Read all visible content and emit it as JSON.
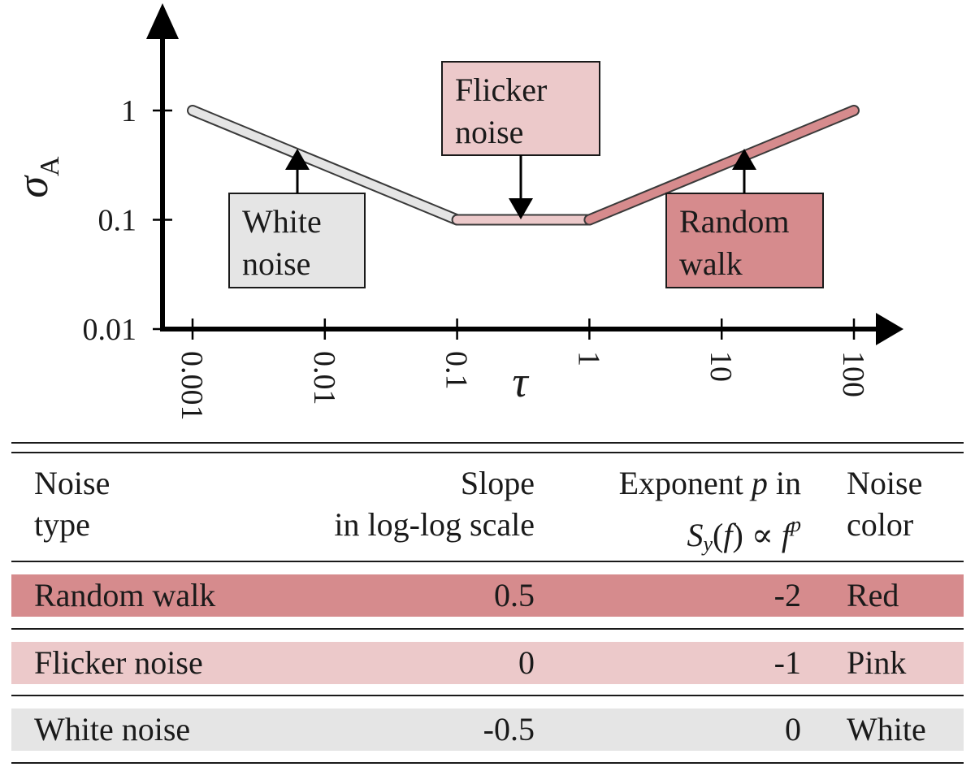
{
  "chart_data": {
    "type": "line",
    "xscale": "log",
    "yscale": "log",
    "xlim": [
      0.001,
      100
    ],
    "ylim": [
      0.01,
      10
    ],
    "xticks": [
      "0.001",
      "0.01",
      "0.1",
      "1",
      "10",
      "100"
    ],
    "yticks": [
      "0.01",
      "0.1",
      "1"
    ],
    "xlabel": "τ",
    "ylabel": "σ",
    "ylabel_sub": "A",
    "grid": false,
    "legend": "none",
    "series": [
      {
        "name": "White noise",
        "color": "#e5e5e5",
        "x": [
          0.001,
          0.1
        ],
        "y": [
          1,
          0.1
        ]
      },
      {
        "name": "Flicker noise",
        "color": "#ecc9ca",
        "x": [
          0.1,
          1
        ],
        "y": [
          0.1,
          0.1
        ]
      },
      {
        "name": "Random walk",
        "color": "#d68b8d",
        "x": [
          1,
          100
        ],
        "y": [
          0.1,
          1
        ]
      }
    ],
    "annotations": [
      {
        "line1": "White",
        "line2": "noise",
        "color": "#e5e5e5",
        "series": "White noise"
      },
      {
        "line1": "Flicker",
        "line2": "noise",
        "color": "#ecc9ca",
        "series": "Flicker noise"
      },
      {
        "line1": "Random",
        "line2": "walk",
        "color": "#d68b8d",
        "series": "Random walk"
      }
    ]
  },
  "table": {
    "header": {
      "col1": [
        "Noise",
        "type"
      ],
      "col2": [
        "Slope",
        "in log-log scale"
      ],
      "col3_line1": "Exponent p in",
      "col3_line2": "S_y(f) ∝ f^p",
      "col4": [
        "Noise",
        "color"
      ]
    },
    "rows": [
      {
        "type": "Random walk",
        "slope": "0.5",
        "exponent": "-2",
        "color_name": "Red",
        "bg": "#d68b8d"
      },
      {
        "type": "Flicker noise",
        "slope": "0",
        "exponent": "-1",
        "color_name": "Pink",
        "bg": "#ecc9ca"
      },
      {
        "type": "White noise",
        "slope": "-0.5",
        "exponent": "0",
        "color_name": "White",
        "bg": "#e5e5e5"
      }
    ]
  }
}
